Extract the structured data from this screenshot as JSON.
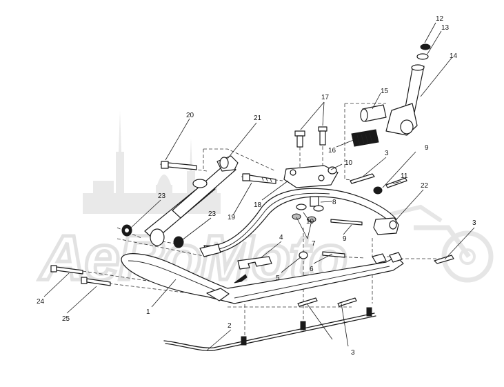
{
  "watermark": {
    "text": "AeRoMoto"
  },
  "callouts": [
    {
      "id": "c1",
      "label": "1"
    },
    {
      "id": "c2",
      "label": "2"
    },
    {
      "id": "c3a",
      "label": "3"
    },
    {
      "id": "c3b",
      "label": "3"
    },
    {
      "id": "c3c",
      "label": "3"
    },
    {
      "id": "c4",
      "label": "4"
    },
    {
      "id": "c5",
      "label": "5"
    },
    {
      "id": "c6",
      "label": "6"
    },
    {
      "id": "c7",
      "label": "7"
    },
    {
      "id": "c8",
      "label": "8"
    },
    {
      "id": "c9a",
      "label": "9"
    },
    {
      "id": "c9b",
      "label": "9"
    },
    {
      "id": "c10a",
      "label": "10"
    },
    {
      "id": "c10b",
      "label": "10"
    },
    {
      "id": "c11",
      "label": "11"
    },
    {
      "id": "c12",
      "label": "12"
    },
    {
      "id": "c13",
      "label": "13"
    },
    {
      "id": "c14",
      "label": "14"
    },
    {
      "id": "c15",
      "label": "15"
    },
    {
      "id": "c16",
      "label": "16"
    },
    {
      "id": "c17",
      "label": "17"
    },
    {
      "id": "c18",
      "label": "18"
    },
    {
      "id": "c19",
      "label": "19"
    },
    {
      "id": "c20",
      "label": "20"
    },
    {
      "id": "c21",
      "label": "21"
    },
    {
      "id": "c22",
      "label": "22"
    },
    {
      "id": "c23a",
      "label": "23"
    },
    {
      "id": "c23b",
      "label": "23"
    },
    {
      "id": "c24",
      "label": "24"
    },
    {
      "id": "c25",
      "label": "25"
    }
  ]
}
